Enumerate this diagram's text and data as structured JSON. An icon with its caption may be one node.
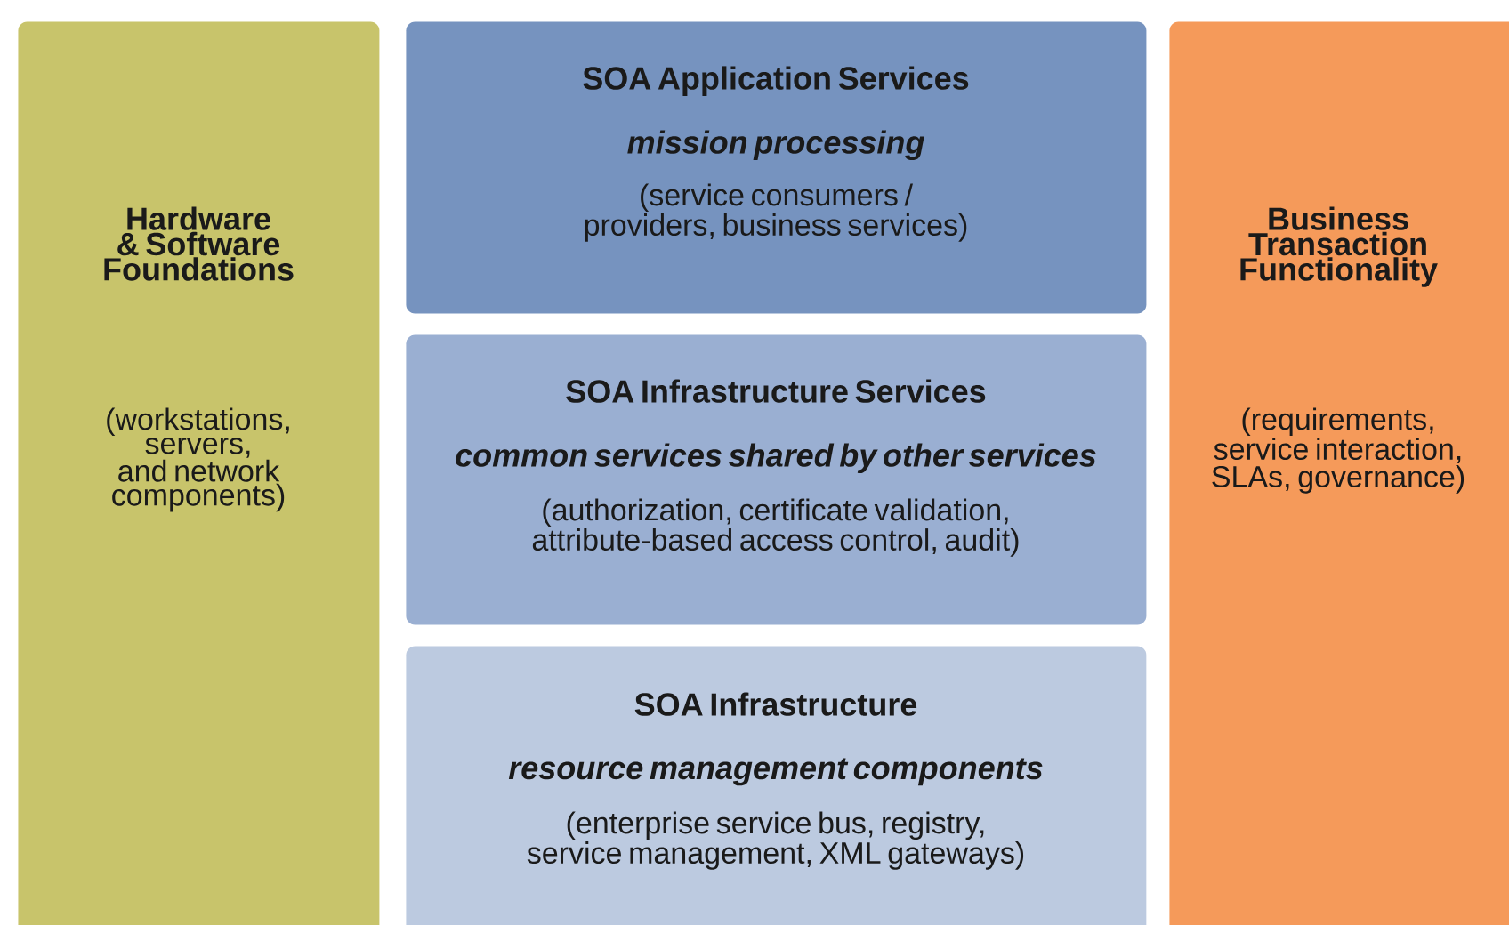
{
  "diagram": {
    "nodes": [
      {
        "text": [
          "Hardware & Software Foundations",
          "(workstations, servers, and network components)"
        ]
      },
      {
        "text": [
          "SOA Application Services",
          "mission processing",
          "(service consumers / providers, business services)"
        ]
      },
      {
        "text": [
          "SOA Infrastructure Services",
          "common services shared by other services",
          "(authorization, certificate validation, attribute-based access control, audit)"
        ]
      },
      {
        "text": [
          "SOA Infrastructure",
          "resource management components",
          "(enterprise service bus, registry, service management, XML gateways)"
        ]
      },
      {
        "text": [
          "Business Transaction Functionality",
          "(requirements, service interaction, SLAs, governance)"
        ]
      }
    ]
  }
}
